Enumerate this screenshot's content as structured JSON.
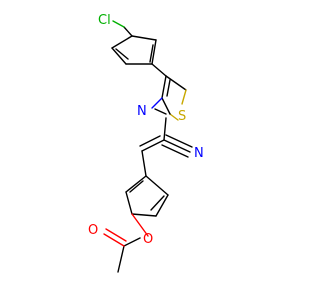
{
  "molecule": {
    "atoms": {
      "chlorine": {
        "symbol": "Cl",
        "color": "#00b000"
      },
      "sulfur": {
        "symbol": "S",
        "color": "#c8a800"
      },
      "thiazole_nitrogen": {
        "symbol": "N",
        "color": "#0000ff"
      },
      "nitrile_nitrogen": {
        "symbol": "N",
        "color": "#0000ff"
      },
      "ester_oxygen": {
        "symbol": "O",
        "color": "#ff0000"
      },
      "carbonyl_oxygen": {
        "symbol": "O",
        "color": "#ff0000"
      }
    }
  }
}
